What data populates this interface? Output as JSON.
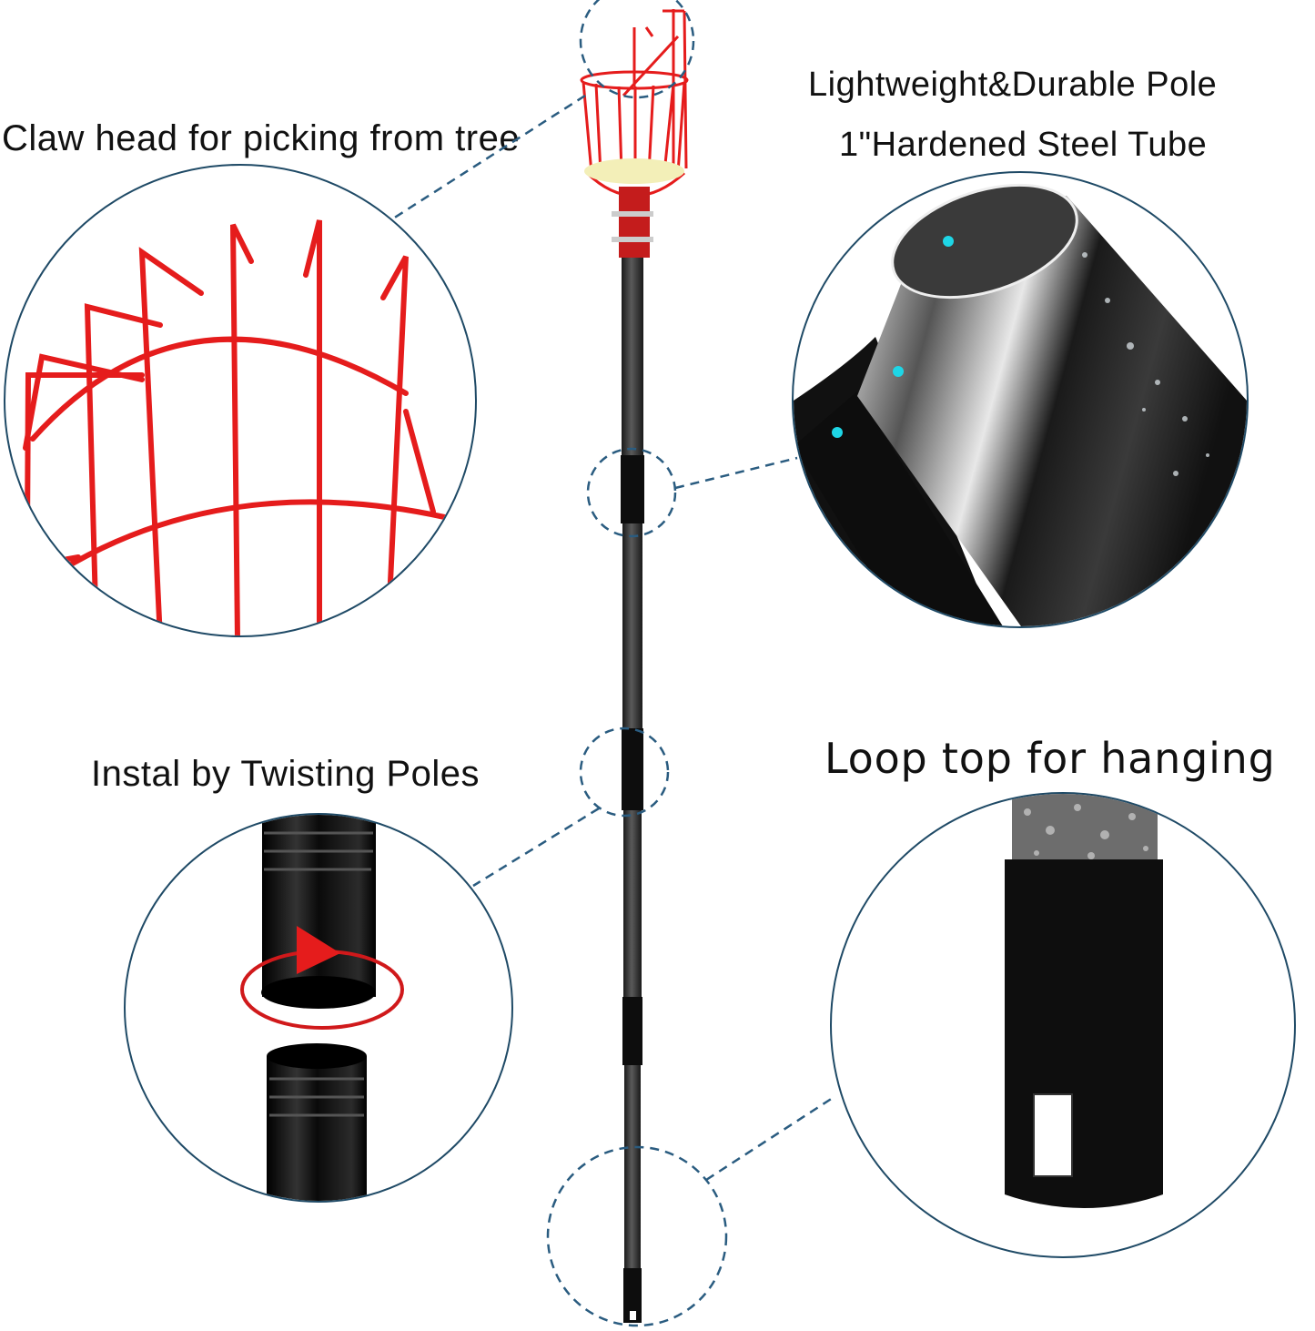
{
  "labels": {
    "claw_head": "Claw head for picking from tree",
    "lightweight": "Lightweight&Durable Pole",
    "steel_tube": "1\"Hardened Steel Tube",
    "twisting": "Instal by Twisting Poles",
    "loop_top": "Loop top for hanging"
  },
  "colors": {
    "accent_red": "#e51c1c",
    "callout_blue": "#2a5c80",
    "circle_border": "#1f4a66",
    "marker_cyan": "#1ed6e6",
    "foam_yellow": "#f3efb8",
    "pole_dark": "#2b2b2b"
  },
  "callouts": [
    {
      "id": "claw",
      "feature": "claw-head-closeup"
    },
    {
      "id": "tube",
      "feature": "steel-tube-closeup"
    },
    {
      "id": "twist",
      "feature": "twist-lock-closeup"
    },
    {
      "id": "loop",
      "feature": "loop-end-closeup"
    }
  ]
}
